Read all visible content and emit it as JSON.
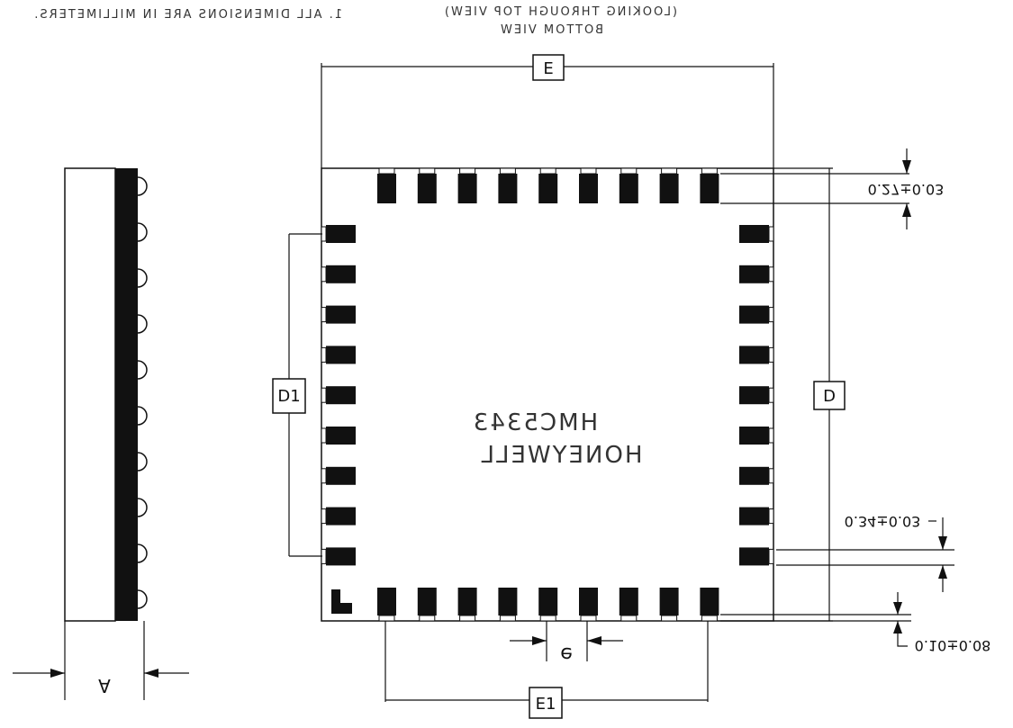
{
  "notes": {
    "note1": "1.  ALL DIMENSIONS ARE IN MILLIMETERS.",
    "view_line1": "BOTTOM VIEW",
    "view_line2": "(LOOKING THROUGH TOP VIEW)"
  },
  "labels": {
    "E": "E",
    "D": "D",
    "D1": "D1",
    "E1": "E1",
    "A": "A",
    "pitch": "e"
  },
  "dimensions": {
    "pad_length_top": "0.27±0.03",
    "pad_width_side": "0.34±0.03",
    "edge_gap": "0.10±0.08"
  },
  "marking": {
    "part_number": "HMC5343",
    "manufacturer": "HONEYWELL"
  },
  "package": {
    "pads_top": 9,
    "pads_bottom": 9,
    "pads_left": 9,
    "pads_right": 9,
    "side_balls": 10
  },
  "colors": {
    "ink": "#111111",
    "paper": "#ffffff"
  }
}
